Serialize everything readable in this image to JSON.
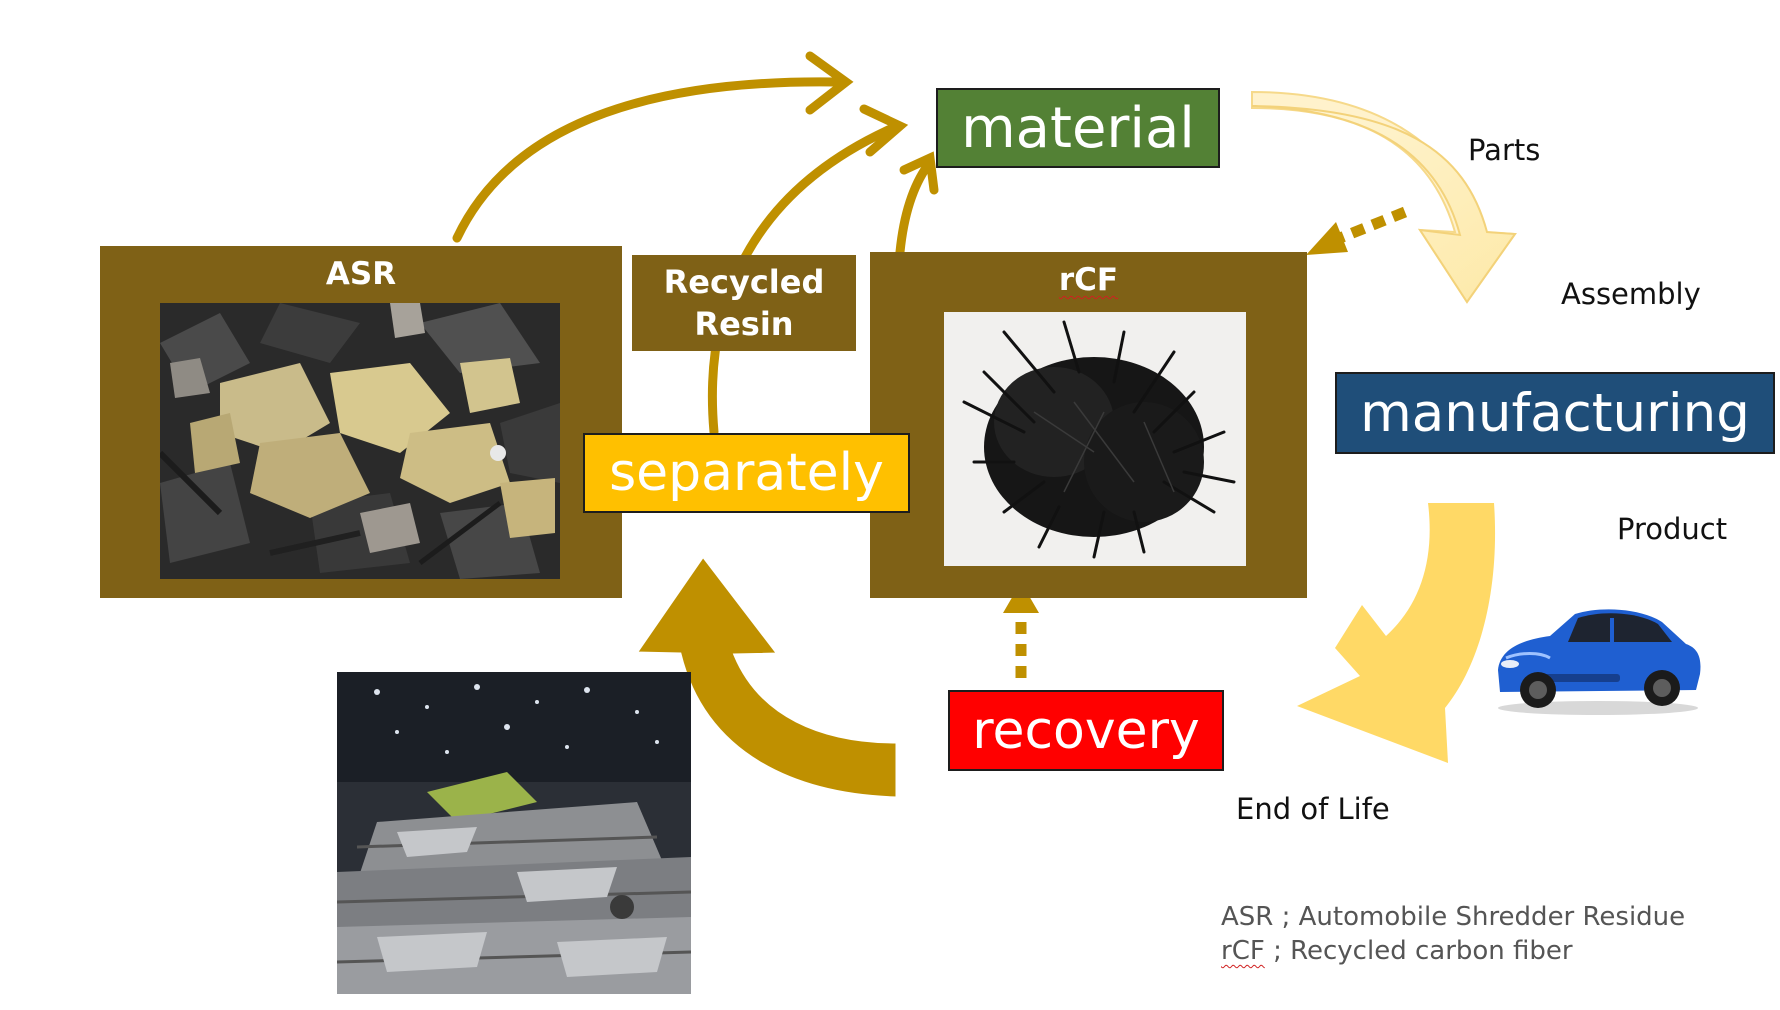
{
  "boxes": {
    "asr_title": "ASR",
    "rcf_title": "rCF",
    "recycled_resin": "Recycled\nResin",
    "material": "material",
    "separately": "separately",
    "manufacturing": "manufacturing",
    "recovery": "recovery"
  },
  "labels": {
    "parts": "Parts",
    "assembly": "Assembly",
    "product": "Product",
    "end_of_life": "End of Life"
  },
  "legend": [
    {
      "abbr": "ASR",
      "definition": " ; Automobile Shredder Residue"
    },
    {
      "abbr": "rCF",
      "definition": " ; Recycled carbon fiber"
    }
  ],
  "colors": {
    "brown_box": "#7f6116",
    "material_green": "#538135",
    "separately_amber": "#ffc000",
    "manufacturing_navy": "#1f4e79",
    "recovery_red": "#ff0000",
    "gold_arrow": "#bf9000",
    "light_arrow": "#fff2cc",
    "yellow_arrow": "#ffd966"
  },
  "icons": [
    "shredder-residue-photo",
    "carbon-fiber-photo",
    "scrap-cars-photo",
    "blue-car-icon"
  ]
}
